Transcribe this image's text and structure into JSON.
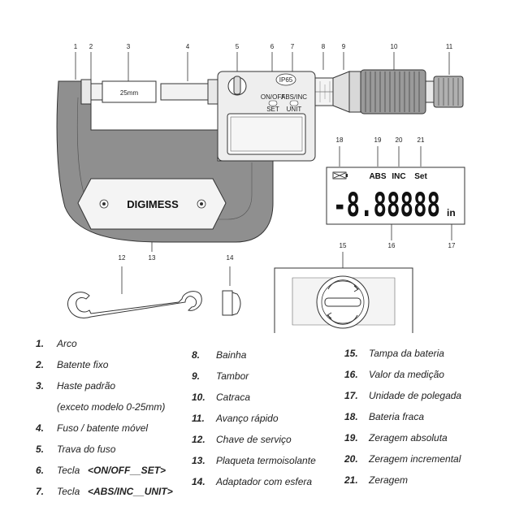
{
  "diagram": {
    "callouts": [
      "1",
      "2",
      "3",
      "4",
      "5",
      "6",
      "7",
      "8",
      "9",
      "10",
      "11",
      "12",
      "13",
      "14",
      "15",
      "16",
      "17",
      "18",
      "19",
      "20",
      "21"
    ],
    "anvil_label": "25mm",
    "brand": "DIGIMESS",
    "ip_badge": "IP65",
    "button_on_off": "ON/OFF",
    "button_set": "SET",
    "button_abs_inc": "ABS/INC",
    "button_unit": "UNIT",
    "lcd": {
      "abs": "ABS",
      "inc": "INC",
      "set": "Set",
      "reading": "-8.88888",
      "unit": "in"
    }
  },
  "legend": {
    "col1": [
      {
        "num": "1.",
        "text": "Arco"
      },
      {
        "num": "2.",
        "text": "Batente fixo"
      },
      {
        "num": "3.",
        "text": "Haste padrão"
      },
      {
        "num": "",
        "text": "(exceto modelo 0-25mm)"
      },
      {
        "num": "4.",
        "text": "Fuso / batente móvel"
      },
      {
        "num": "5.",
        "text": "Trava do fuso"
      },
      {
        "num": "6.",
        "text": "Tecla ",
        "bold": "<ON/OFF__SET>"
      },
      {
        "num": "7.",
        "text": "Tecla ",
        "bold": "<ABS/INC__UNIT>"
      }
    ],
    "col2": [
      {
        "num": "8.",
        "text": "Bainha"
      },
      {
        "num": "9.",
        "text": "Tambor"
      },
      {
        "num": "10.",
        "text": "Catraca"
      },
      {
        "num": "11.",
        "text": "Avanço rápido"
      },
      {
        "num": "12.",
        "text": "Chave de serviço"
      },
      {
        "num": "13.",
        "text": "Plaqueta termoisolante"
      },
      {
        "num": "14.",
        "text": "Adaptador com esfera"
      }
    ],
    "col3": [
      {
        "num": "15.",
        "text": "Tampa da bateria"
      },
      {
        "num": "16.",
        "text": "Valor da medição"
      },
      {
        "num": "17.",
        "text": "Unidade de polegada"
      },
      {
        "num": "18.",
        "text": "Bateria fraca"
      },
      {
        "num": "19.",
        "text": "Zeragem absoluta"
      },
      {
        "num": "20.",
        "text": "Zeragem incremental"
      },
      {
        "num": "21.",
        "text": "Zeragem"
      }
    ]
  }
}
